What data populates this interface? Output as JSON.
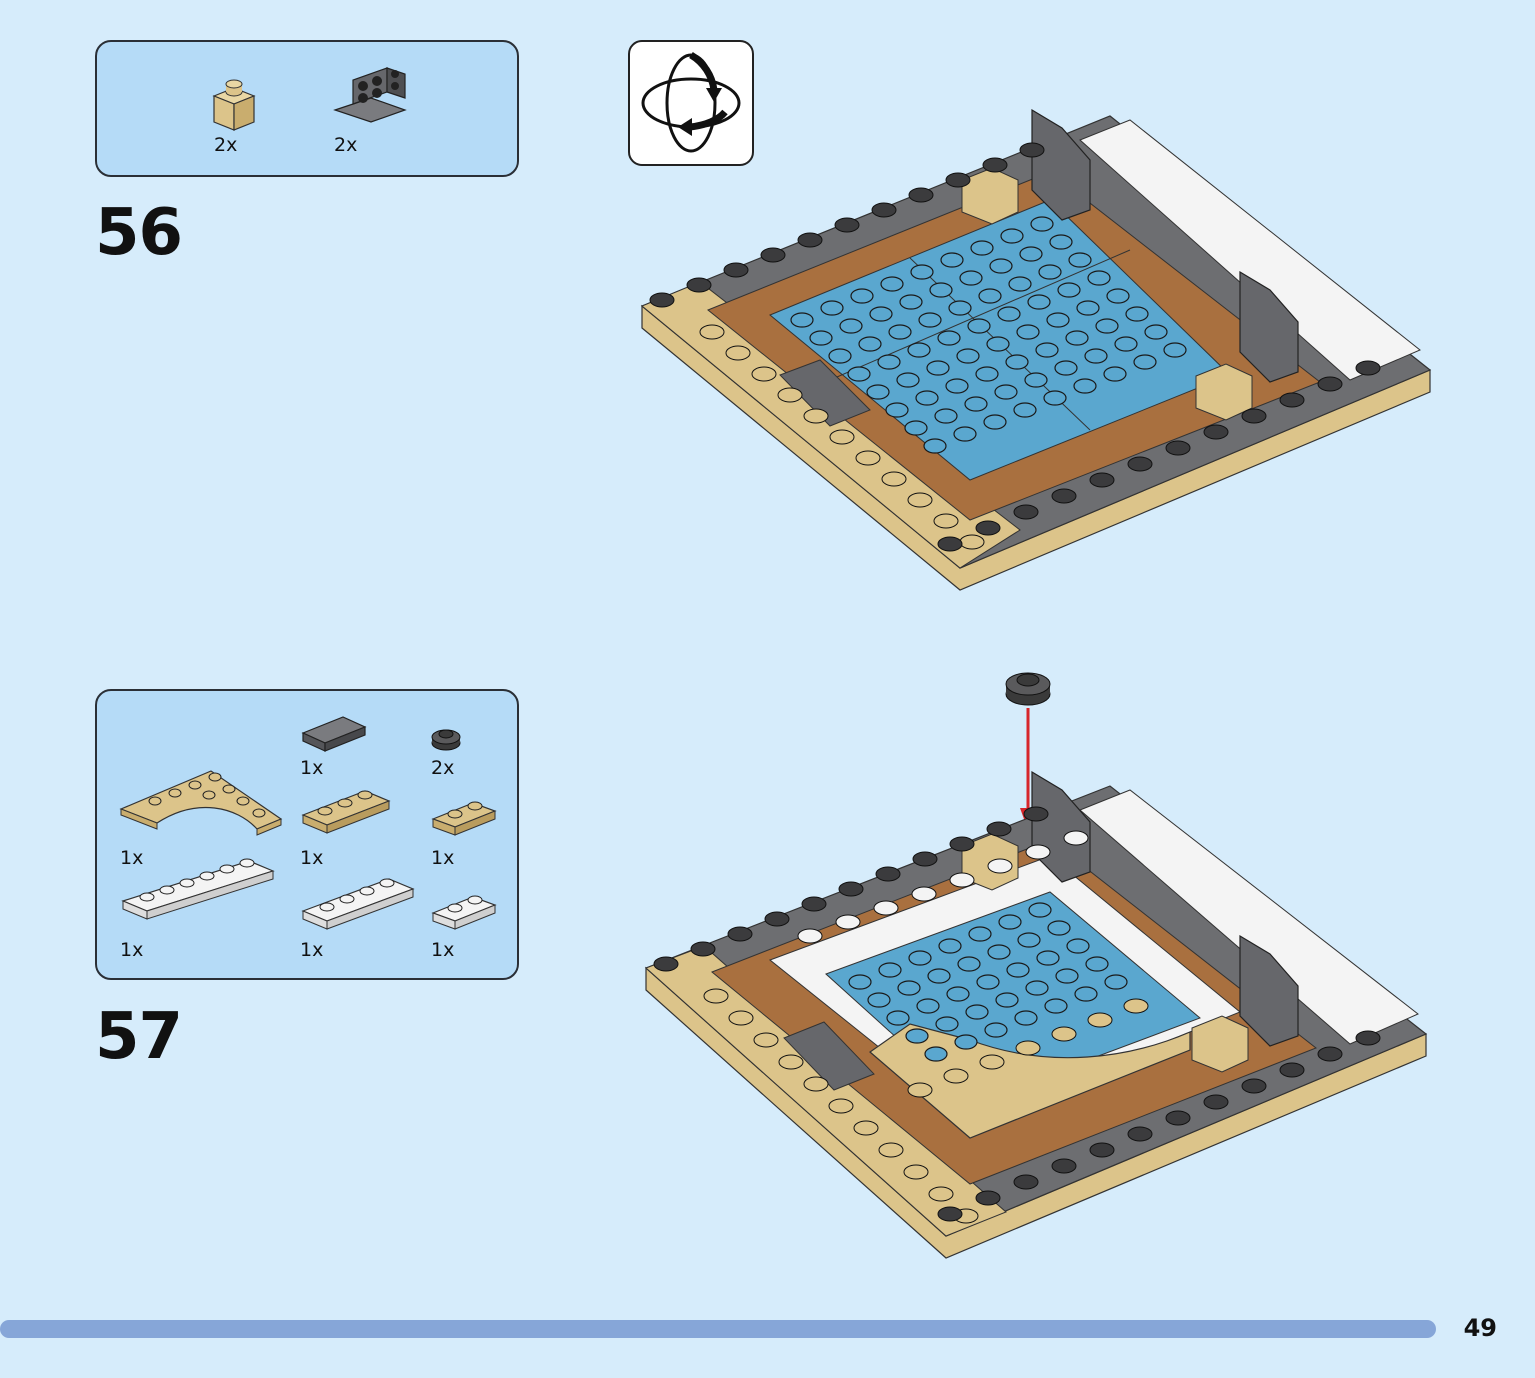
{
  "page": {
    "number": "49"
  },
  "steps": [
    {
      "number": "56",
      "parts": [
        {
          "name": "tan-brick-1x1",
          "qty": "2x",
          "color": "#dcc48a"
        },
        {
          "name": "dark-gray-bracket-plate",
          "qty": "2x",
          "color": "#5f6063"
        }
      ]
    },
    {
      "number": "57",
      "parts": [
        {
          "name": "dark-gray-tile-1x2",
          "qty": "1x",
          "color": "#5f6063"
        },
        {
          "name": "black-round-plate-1x1",
          "qty": "2x",
          "color": "#3a3a3a"
        },
        {
          "name": "tan-curved-plate",
          "qty": "1x",
          "color": "#dcc48a"
        },
        {
          "name": "tan-plate-1x3",
          "qty": "1x",
          "color": "#dcc48a"
        },
        {
          "name": "tan-plate-1x2",
          "qty": "1x",
          "color": "#dcc48a"
        },
        {
          "name": "white-plate-1x6",
          "qty": "1x",
          "color": "#f4f4f4"
        },
        {
          "name": "white-plate-1x4",
          "qty": "1x",
          "color": "#f4f4f4"
        },
        {
          "name": "white-plate-1x2",
          "qty": "1x",
          "color": "#f4f4f4"
        }
      ]
    }
  ],
  "icons": {
    "rotate": "rotate-model-icon"
  }
}
